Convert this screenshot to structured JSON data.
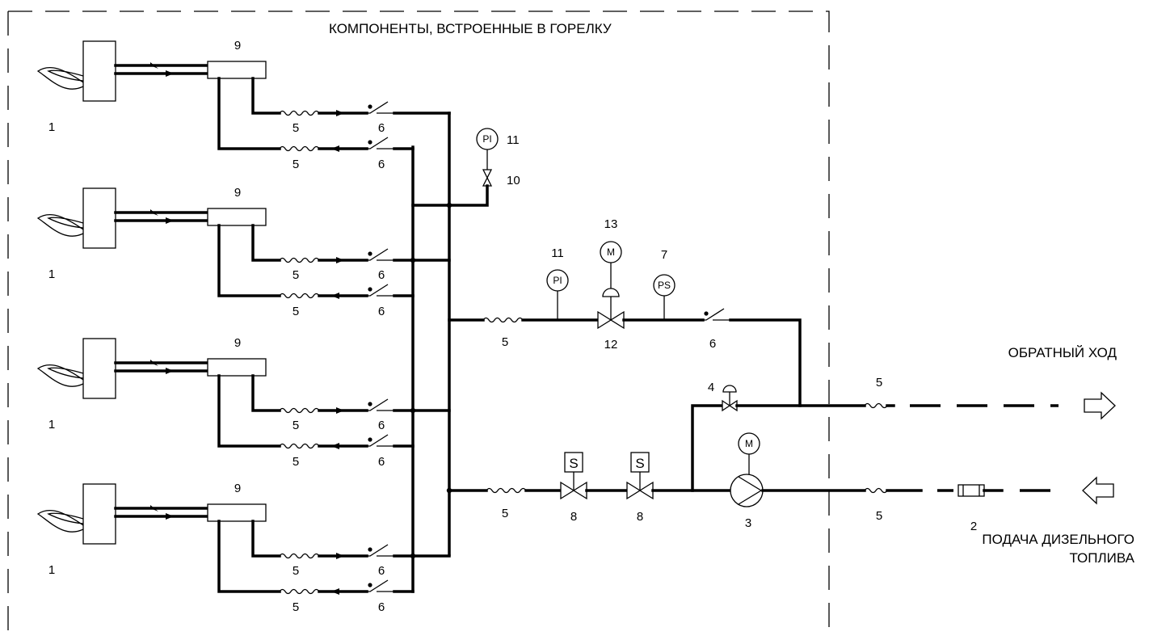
{
  "title": "КОМПОНЕНТЫ, ВСТРОЕННЫЕ В ГОРЕЛКУ",
  "return_label": "ОБРАТНЫЙ ХОД",
  "supply_label_line1": "ПОДАЧА ДИЗЕЛЬНОГО",
  "supply_label_line2": "ТОПЛИВА",
  "burners": [
    {
      "burner": "1",
      "distributor": "9",
      "hose_supply": "5",
      "hose_return": "5",
      "check_supply": "6",
      "check_return": "6"
    },
    {
      "burner": "1",
      "distributor": "9",
      "hose_supply": "5",
      "hose_return": "5",
      "check_supply": "6",
      "check_return": "6"
    },
    {
      "burner": "1",
      "distributor": "9",
      "hose_supply": "5",
      "hose_return": "5",
      "check_supply": "6",
      "check_return": "6"
    },
    {
      "burner": "1",
      "distributor": "9",
      "hose_supply": "5",
      "hose_return": "5",
      "check_supply": "6",
      "check_return": "6"
    }
  ],
  "gauge_top": {
    "num": "11",
    "symbol": "PI"
  },
  "valve_top": {
    "num": "10"
  },
  "return_line": {
    "hose": "5",
    "gauge_num": "11",
    "gauge_symbol": "PI",
    "motor_num": "13",
    "motor_symbol": "M",
    "switch_num": "7",
    "switch_symbol": "PS",
    "valve_num": "12",
    "check_num": "6"
  },
  "bypass": {
    "valve_num": "4"
  },
  "supply_line": {
    "hose": "5",
    "solenoid_symbol": "S",
    "solenoid1_num": "8",
    "solenoid2_num": "8",
    "pump_num": "3",
    "pump_motor_symbol": "M"
  },
  "external": {
    "return_hose": "5",
    "supply_hose": "5",
    "filter_num": "2"
  }
}
